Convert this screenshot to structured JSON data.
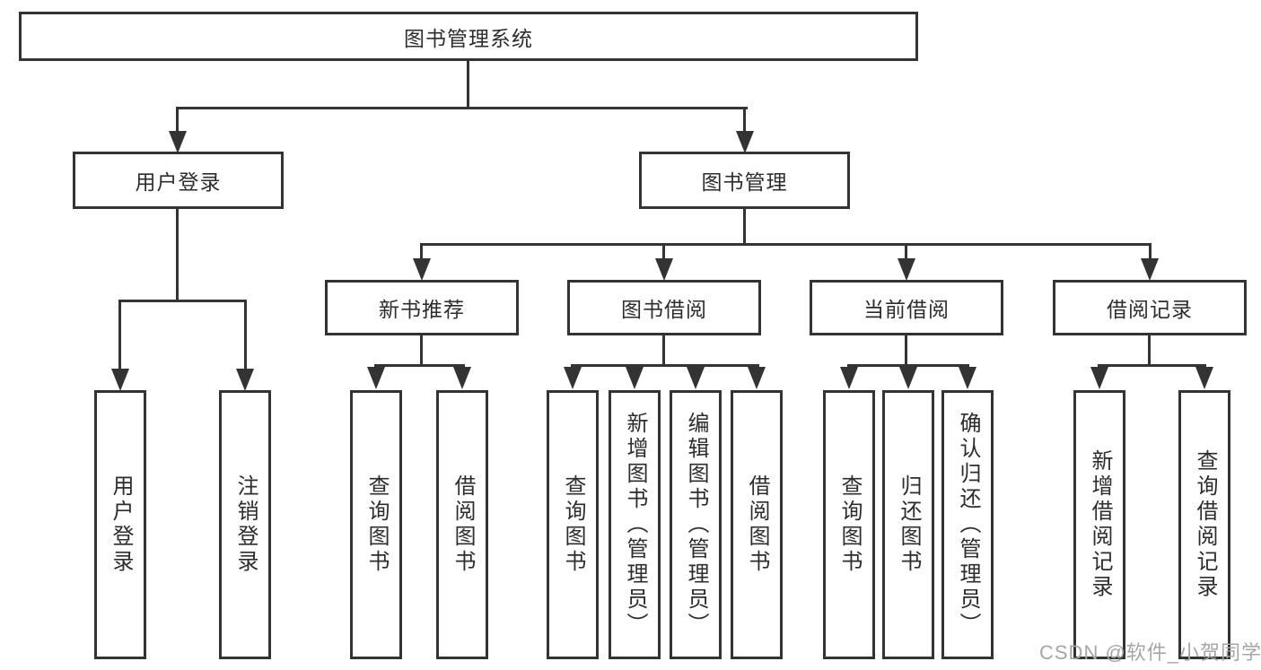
{
  "page": {
    "background_color": "#ffffff",
    "line_color": "#333333",
    "box_border_color": "#333333",
    "text_color": "#2d2d2d"
  },
  "tree": {
    "root": {
      "label": "图书管理系统"
    },
    "branches": [
      {
        "label": "用户登录",
        "children": [
          {
            "label": "用户登录"
          },
          {
            "label": "注销登录"
          }
        ]
      },
      {
        "label": "图书管理",
        "children": [
          {
            "label": "新书推荐",
            "children": [
              {
                "label": "查询图书"
              },
              {
                "label": "借阅图书"
              }
            ]
          },
          {
            "label": "图书借阅",
            "children": [
              {
                "label": "查询图书"
              },
              {
                "label": "新增图书（管理员）"
              },
              {
                "label": "编辑图书（管理员）"
              },
              {
                "label": "借阅图书"
              }
            ]
          },
          {
            "label": "当前借阅",
            "children": [
              {
                "label": "查询图书"
              },
              {
                "label": "归还图书"
              },
              {
                "label": "确认归还（管理员）"
              }
            ]
          },
          {
            "label": "借阅记录",
            "children": [
              {
                "label": "新增借阅记录"
              },
              {
                "label": "查询借阅记录"
              }
            ]
          }
        ]
      }
    ]
  },
  "watermark": {
    "text": "CSDN @软件_小贺同学",
    "color": "#a6a6a6"
  }
}
